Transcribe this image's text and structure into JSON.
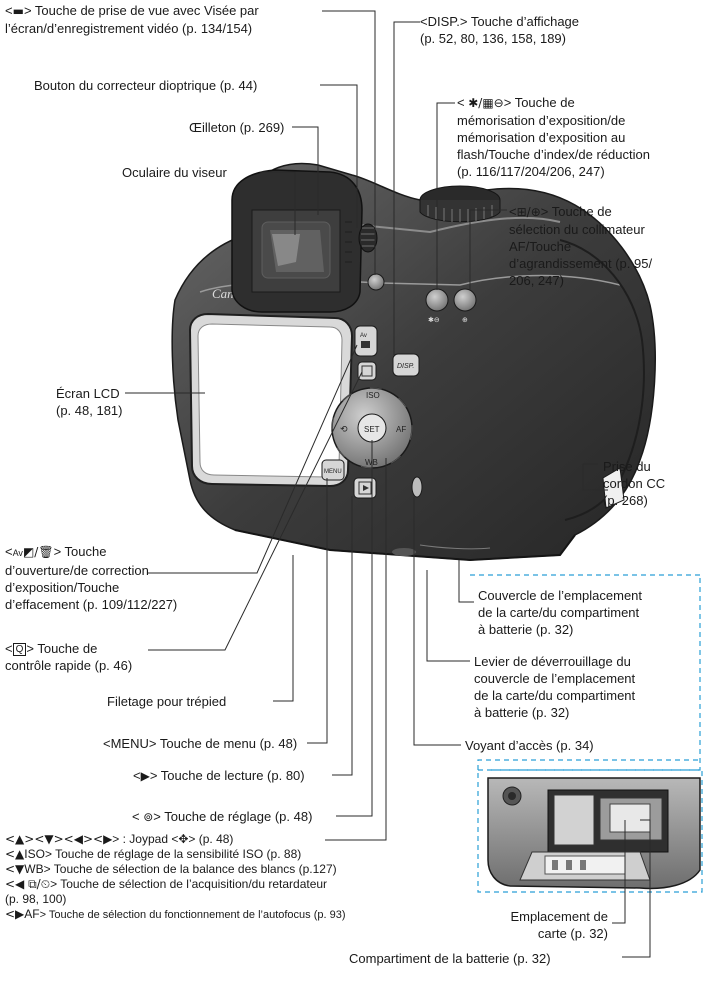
{
  "labels": {
    "live_view": {
      "line1": "> Touche de prise de vue avec Visée par",
      "line2": "l’écran/d’enregistrement vidéo (p. 134/154)"
    },
    "disp": {
      "line1": "> Touche d’affichage",
      "line2": "(p. 52, 80, 136, 158, 189)"
    },
    "diopter": "Bouton du correcteur dioptrique (p. 44)",
    "eyecup": "Œilleton (p. 269)",
    "eyepiece": "Oculaire du viseur",
    "ae_lock": {
      "line1": "> Touche de",
      "line2": "mémorisation d’exposition/de",
      "line3": "mémorisation d’exposition au",
      "line4": "flash/Touche d’index/de réduction",
      "line5": "(p. 116/117/204/206, 247)"
    },
    "af_point": {
      "line1": "> Touche de",
      "line2": "sélection du collimateur",
      "line3": "AF/Touche",
      "line4": "d’agrandissement (p. 95/",
      "line5": "206, 247)"
    },
    "lcd": {
      "line1": "Écran LCD",
      "line2": "(p. 48, 181)"
    },
    "dc_cord": {
      "line1": "Prise du",
      "line2": "cordon CC",
      "line3": "(p. 268)"
    },
    "aperture": {
      "line1": "> Touche",
      "line2": "d’ouverture/de correction",
      "line3": "d’exposition/Touche",
      "line4": "d’effacement (p. 109/112/227)"
    },
    "card_cover": {
      "line1": "Couvercle de l’emplacement",
      "line2": "de la carte/du compartiment",
      "line3": "à batterie  (p. 32)"
    },
    "quick_control": {
      "line1": "> Touche de",
      "line2": "contrôle rapide (p. 46)"
    },
    "release_lever": {
      "line1": "Levier de déverrouillage du",
      "line2": "couvercle de l’emplacement",
      "line3": "de la carte/du compartiment",
      "line4": "à batterie  (p. 32)"
    },
    "tripod": "Filetage pour trépied",
    "access_lamp": "Voyant d’accès (p. 34)",
    "menu": "> Touche de menu (p. 48)",
    "playback": "> Touche de lecture (p. 80)",
    "set": "> Touche de réglage (p. 48)",
    "cross_keys": "> : Joypad <",
    "cross_keys_page": "> (p. 48)",
    "iso": "> Touche de réglage de la sensibilité ISO (p. 88)",
    "wb": "> Touche de sélection de la balance des blancs (p.127)",
    "drive": {
      "line1": "> Touche de sélection de l’acquisition/du retardateur",
      "line2": "(p. 98, 100)"
    },
    "af": "> Touche de sélection du fonctionnement de l’autofocus (p. 93)",
    "card_slot": {
      "line1": "Emplacement de",
      "line2": "carte (p. 32)"
    },
    "battery": "Compartiment de la batterie (p. 32)"
  },
  "symbols": {
    "menu_word": "MENU",
    "disp_word": "DISP.",
    "iso_word": "ISO",
    "wb_word": "WB",
    "af_word": "AF",
    "av_word": "Av",
    "brand": "Canon",
    "set_word": "SET",
    "q_box": "Q",
    "lt": "<",
    "lt_sp": "< "
  },
  "colors": {
    "leader": "#2a2a2a",
    "callout_box": "#2a9fd6",
    "lcd": "#ffffff",
    "body": "#3a3a3a"
  }
}
